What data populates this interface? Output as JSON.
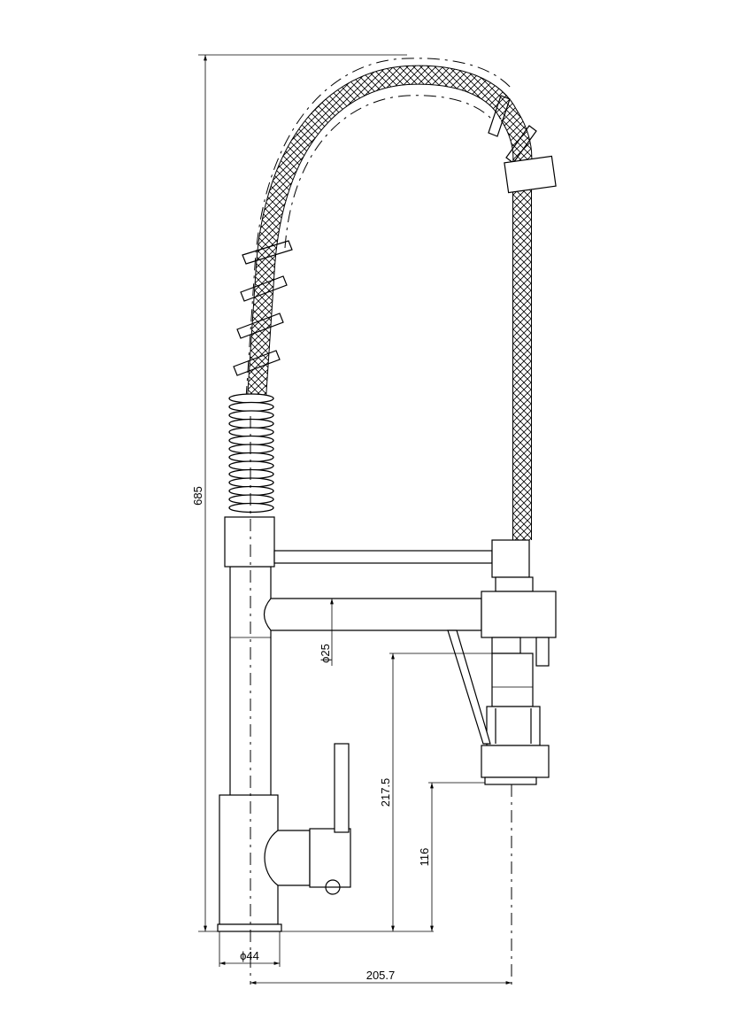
{
  "drawing": {
    "dimensions": {
      "overall_height": "685",
      "spout_diameter": "ϕ25",
      "spray_height": "217.5",
      "spout_height": "116",
      "base_diameter": "ϕ44",
      "reach": "205.7"
    },
    "colors": {
      "line": "#000000",
      "background": "#ffffff"
    }
  }
}
